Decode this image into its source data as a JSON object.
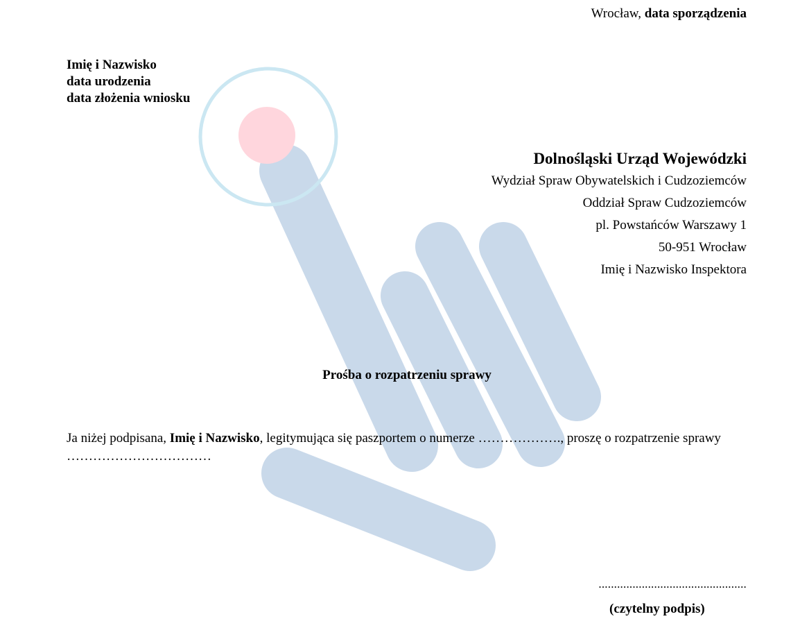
{
  "header": {
    "place": "Wrocław,",
    "date_placeholder": "data sporządzenia"
  },
  "applicant": {
    "name": "Imię i Nazwisko",
    "birth_date": "data urodzenia",
    "application_date": "data złożenia wniosku"
  },
  "office": {
    "name": "Dolnośląski Urząd Wojewódzki",
    "department": "Wydział Spraw Obywatelskich i Cudzoziemców",
    "section": "Oddział Spraw Cudzoziemców",
    "street": "pl. Powstańców Warszawy 1",
    "postal_city": "50-951 Wrocław",
    "inspector": "Imię i Nazwisko Inspektora"
  },
  "subject": "Prośba o rozpatrzeniu sprawy",
  "body": {
    "intro": "Ja niżej podpisana, ",
    "name": "Imię i Nazwisko",
    "middle": ", legitymująca się paszportem o numerze ………………., proszę o  rozpatrzenie sprawy ……………………………"
  },
  "signature": {
    "dots": "................................................",
    "label": "(czytelny podpis)"
  },
  "watermark": {
    "icon": "hand-touch-watermark-icon",
    "finger_color": "#c9d9ea",
    "ring_color": "#cbe7f2",
    "dot_color": "#ffd6dd"
  }
}
